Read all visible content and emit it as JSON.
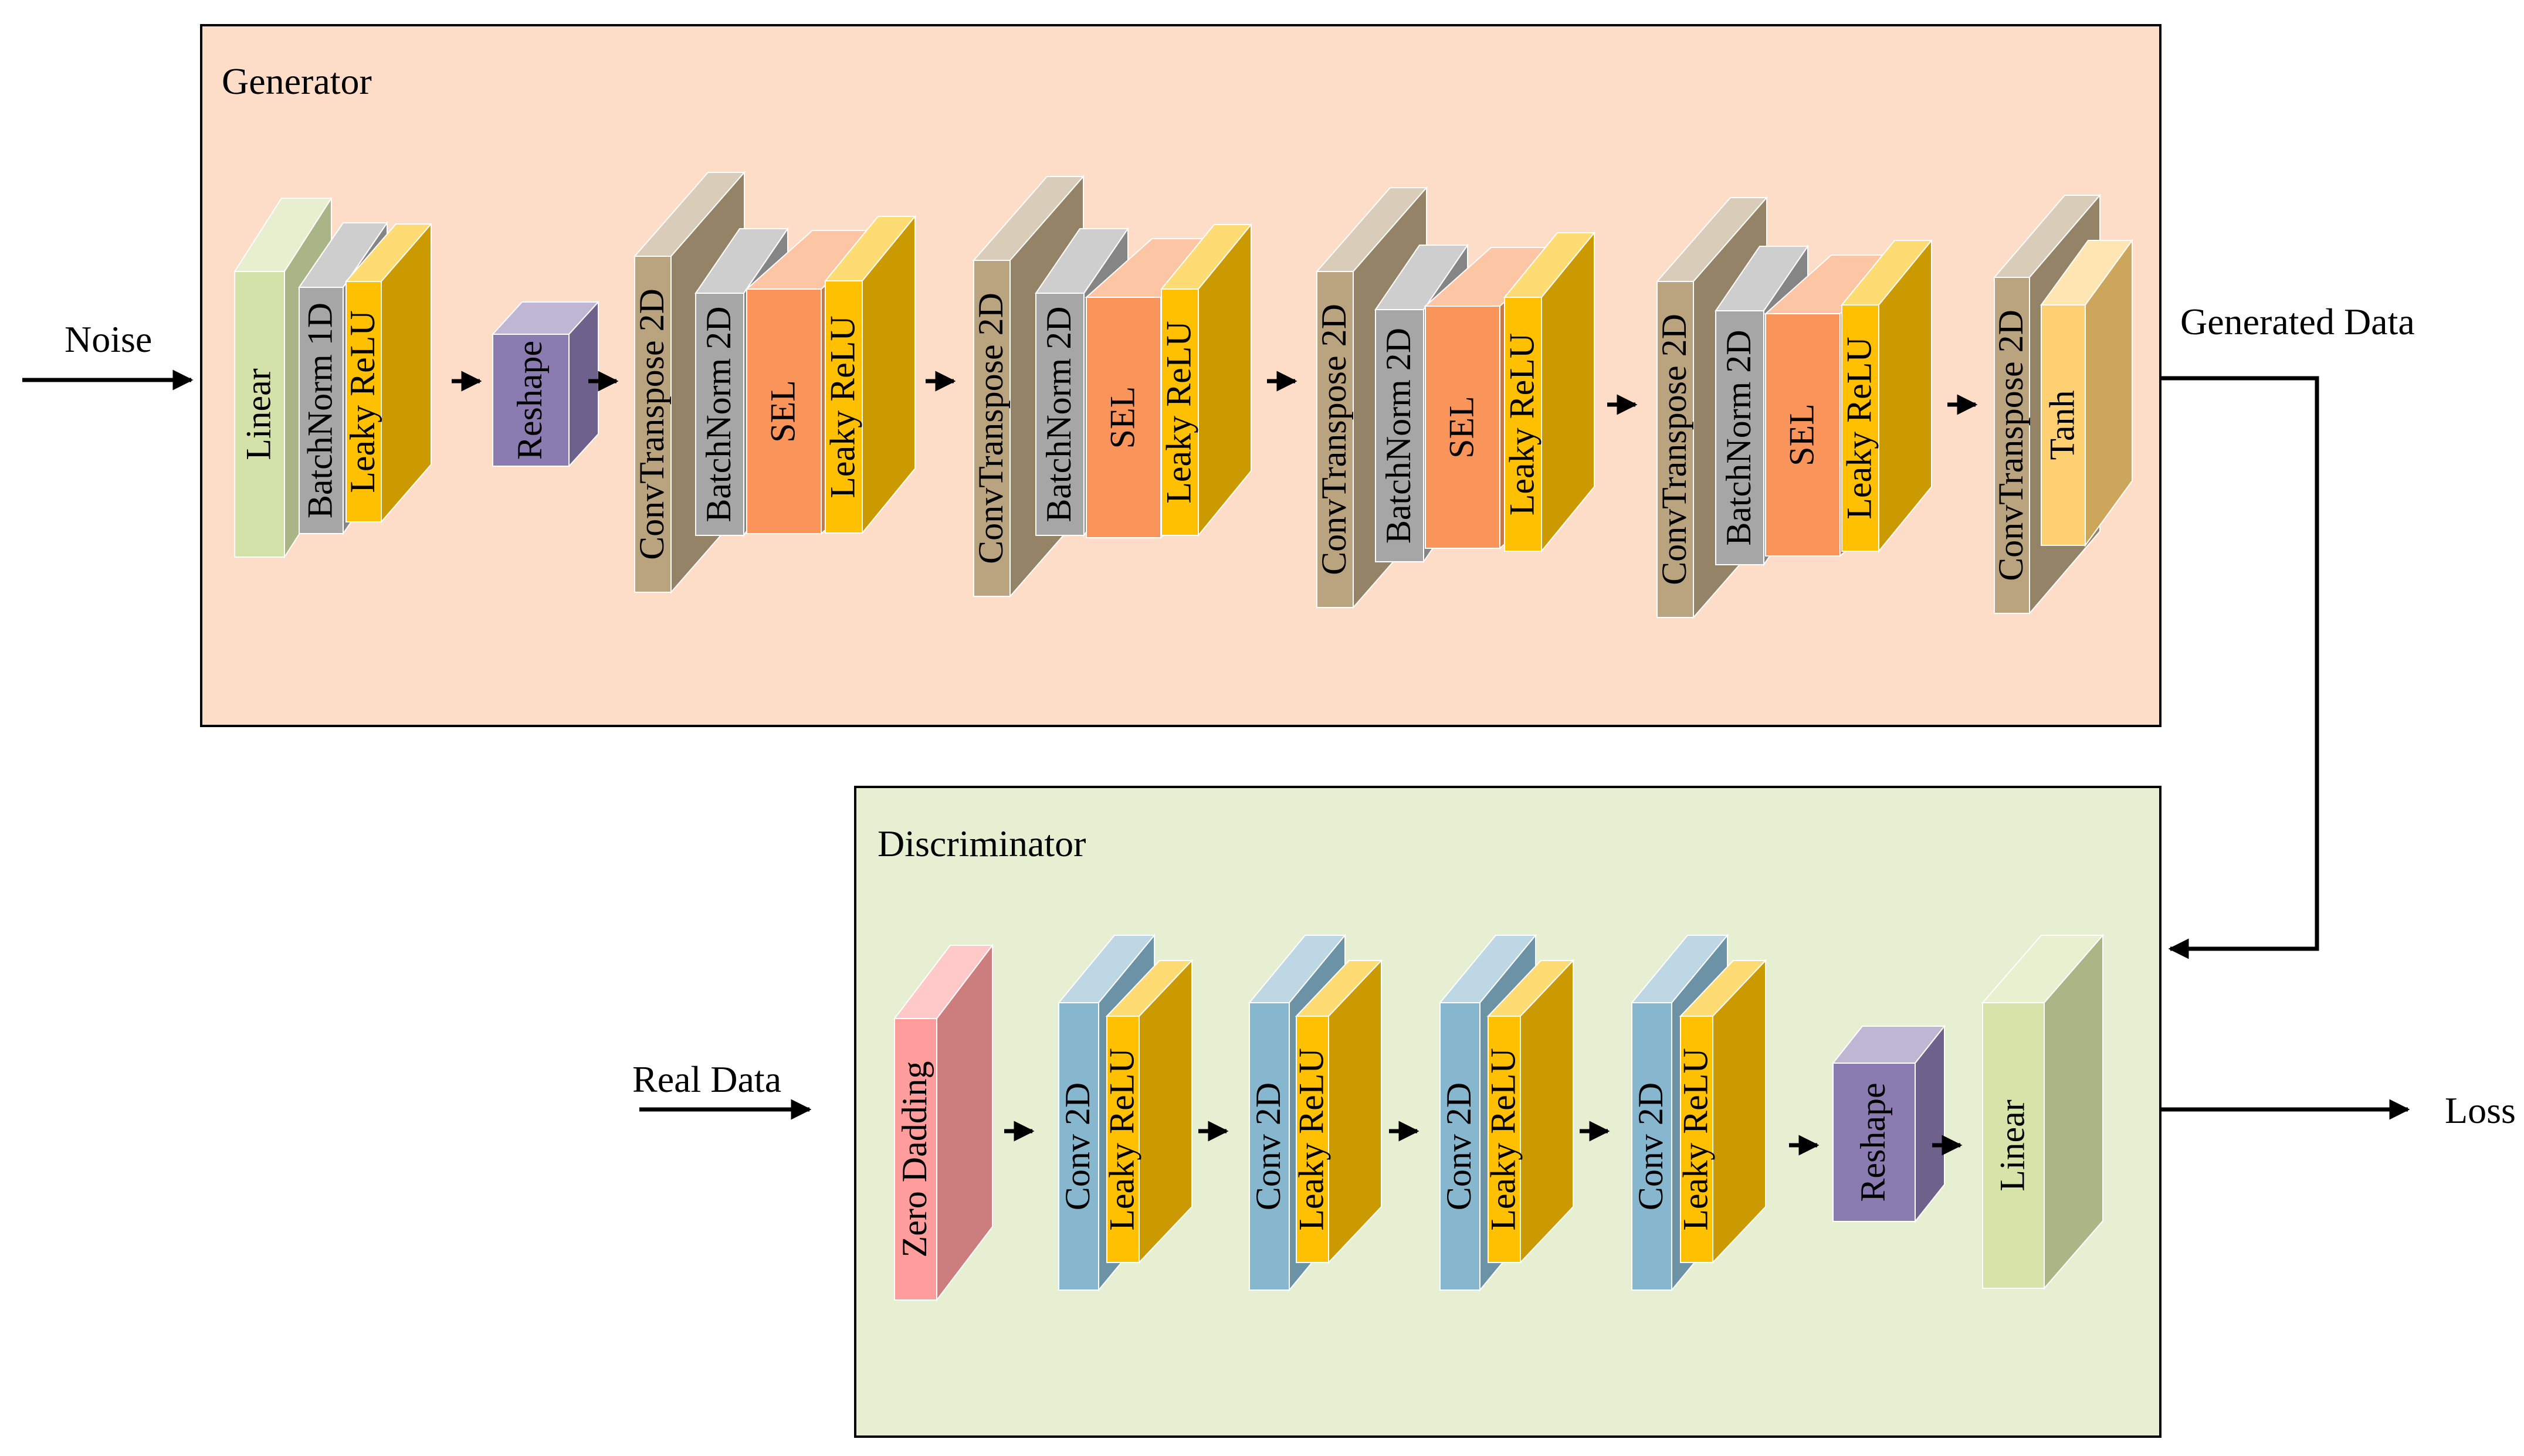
{
  "generator": {
    "title": "Generator",
    "groups": [
      {
        "layers": [
          {
            "label": "Linear",
            "color": "linear"
          },
          {
            "label": "BatchNorm 1D",
            "color": "batchnorm"
          },
          {
            "label": "Leaky ReLU",
            "color": "leaky"
          }
        ]
      },
      {
        "layers": [
          {
            "label": "Reshape",
            "color": "reshape"
          }
        ]
      },
      {
        "layers": [
          {
            "label": "ConvTranspose 2D",
            "color": "convt"
          },
          {
            "label": "BatchNorm 2D",
            "color": "batchnorm"
          },
          {
            "label": "SEL",
            "color": "sel"
          },
          {
            "label": "Leaky ReLU",
            "color": "leaky"
          }
        ]
      },
      {
        "layers": [
          {
            "label": "ConvTranspose 2D",
            "color": "convt"
          },
          {
            "label": "BatchNorm 2D",
            "color": "batchnorm"
          },
          {
            "label": "SEL",
            "color": "sel"
          },
          {
            "label": "Leaky ReLU",
            "color": "leaky"
          }
        ]
      },
      {
        "layers": [
          {
            "label": "ConvTranspose 2D",
            "color": "convt"
          },
          {
            "label": "BatchNorm 2D",
            "color": "batchnorm"
          },
          {
            "label": "SEL",
            "color": "sel"
          },
          {
            "label": "Leaky ReLU",
            "color": "leaky"
          }
        ]
      },
      {
        "layers": [
          {
            "label": "ConvTranspose 2D",
            "color": "convt"
          },
          {
            "label": "BatchNorm 2D",
            "color": "batchnorm"
          },
          {
            "label": "SEL",
            "color": "sel"
          },
          {
            "label": "Leaky ReLU",
            "color": "leaky"
          }
        ]
      },
      {
        "layers": [
          {
            "label": "ConvTranspose 2D",
            "color": "convt"
          },
          {
            "label": "Tanh",
            "color": "tanh"
          }
        ]
      }
    ]
  },
  "discriminator": {
    "title": "Discriminator",
    "groups": [
      {
        "layers": [
          {
            "label": "Zero Dadding",
            "color": "zeropad"
          }
        ]
      },
      {
        "layers": [
          {
            "label": "Conv 2D",
            "color": "conv"
          },
          {
            "label": "Leaky ReLU",
            "color": "leaky"
          }
        ]
      },
      {
        "layers": [
          {
            "label": "Conv 2D",
            "color": "conv"
          },
          {
            "label": "Leaky ReLU",
            "color": "leaky"
          }
        ]
      },
      {
        "layers": [
          {
            "label": "Conv 2D",
            "color": "conv"
          },
          {
            "label": "Leaky ReLU",
            "color": "leaky"
          }
        ]
      },
      {
        "layers": [
          {
            "label": "Conv 2D",
            "color": "conv"
          },
          {
            "label": "Leaky ReLU",
            "color": "leaky"
          }
        ]
      },
      {
        "layers": [
          {
            "label": "Reshape",
            "color": "reshape"
          }
        ]
      },
      {
        "layers": [
          {
            "label": "Linear",
            "color": "dlinear"
          }
        ]
      }
    ]
  },
  "io": {
    "noise": "Noise",
    "generated_data": "Generated Data",
    "real_data": "Real Data",
    "loss": "Loss"
  },
  "colors": {
    "generator_bg": "#fddcc8",
    "discriminator_bg": "#e7efd3",
    "linear": "#d3e2a8",
    "batchnorm": "#a6a6a6",
    "leaky": "#fec000",
    "reshape": "#8a7bb0",
    "convt": "#b9a47f",
    "sel": "#f9955a",
    "tanh": "#ffd072",
    "zeropad": "#ff9d9d",
    "conv": "#87b7cf",
    "dlinear": "#d6e4a9"
  }
}
